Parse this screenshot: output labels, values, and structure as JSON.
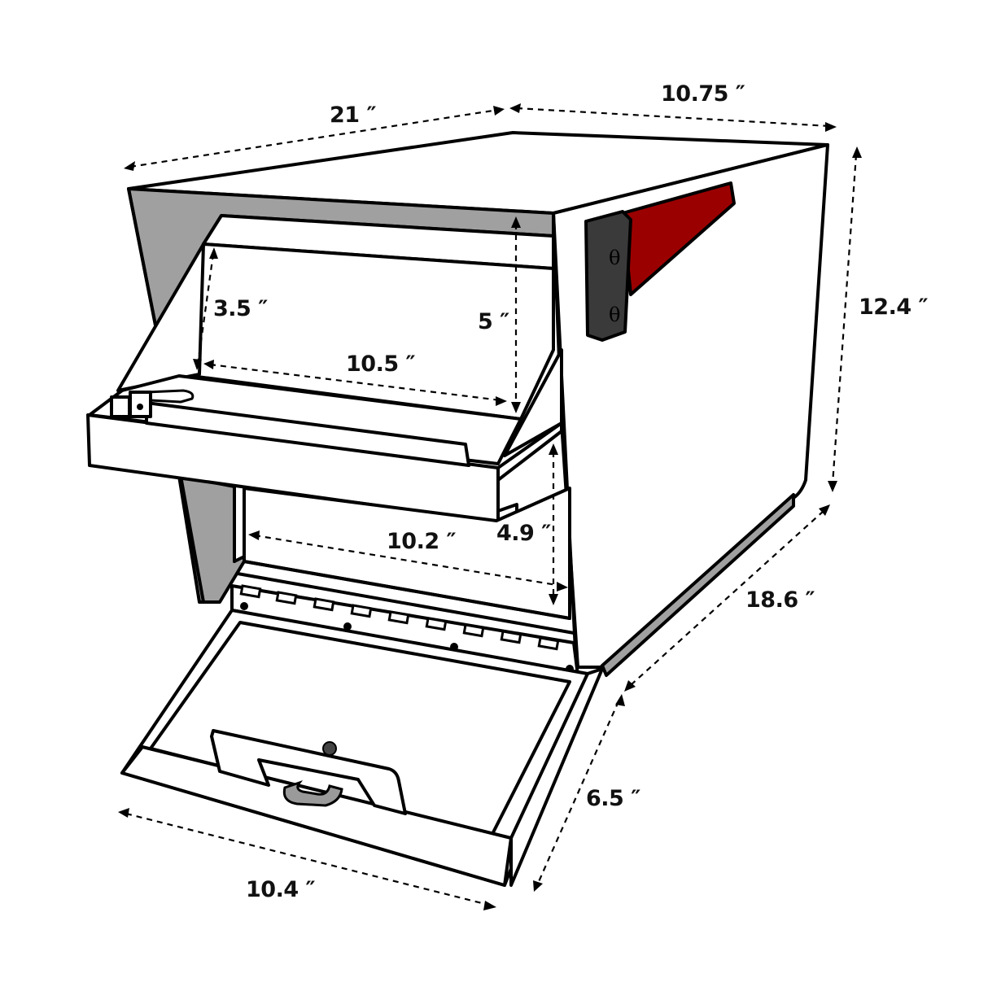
{
  "diagram": {
    "subject": "Curbside mailbox with dimensions",
    "colors": {
      "outline": "#000000",
      "body": "#ffffff",
      "interior_shadow": "#a0a0a0",
      "flag_red": "#9b0000",
      "flag_bracket": "#3a3a3a",
      "latch_gray": "#9a9a9a"
    },
    "dimensions": {
      "overall_length": "21 ″",
      "overall_width": "10.75 ″",
      "overall_height": "12.4 ″",
      "body_depth": "18.6 ″",
      "upper_door_opening_height": "3.5 ″",
      "upper_compartment_height": "5 ″",
      "upper_opening_width": "10.5 ″",
      "lower_compartment_width": "10.2 ″",
      "lower_compartment_height": "4.9 ″",
      "lower_door_width": "10.4 ″",
      "lower_door_depth": "6.5 ″"
    },
    "parts": {
      "flag_bracket_glyphs": [
        "θ",
        "θ"
      ]
    }
  }
}
